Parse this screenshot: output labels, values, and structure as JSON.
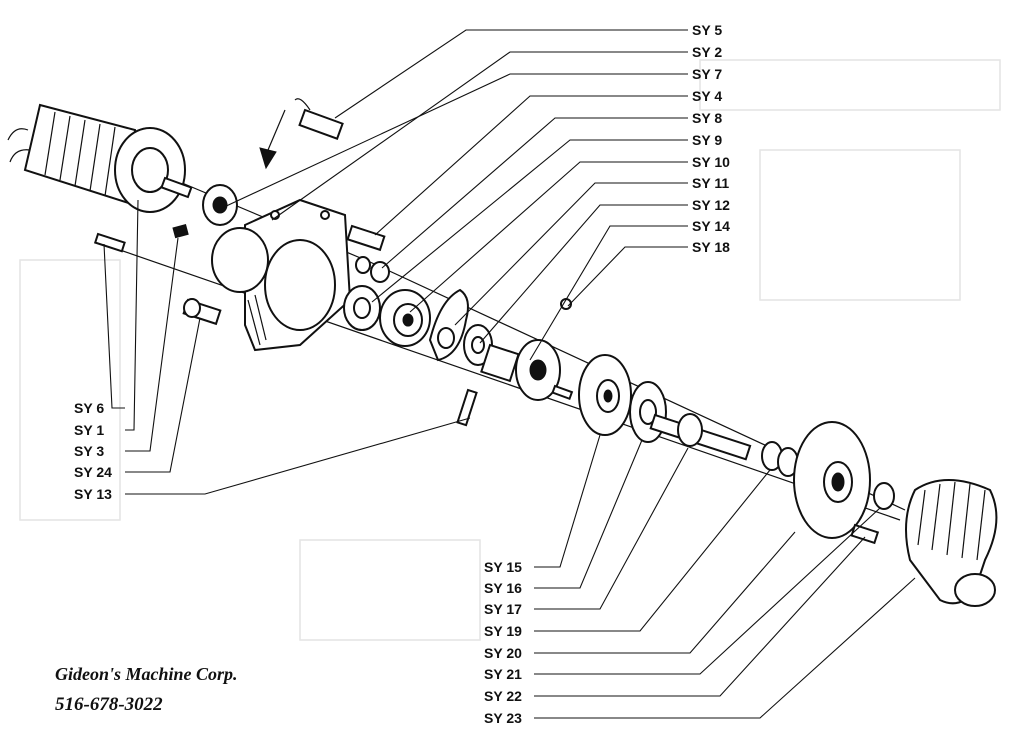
{
  "labels_right": [
    "SY 5",
    "SY 2",
    "SY 7",
    "SY 4",
    "SY 8",
    "SY 9",
    "SY 10",
    "SY 11",
    "SY 12",
    "SY 14",
    "SY 18"
  ],
  "labels_left": [
    "SY 6",
    "SY 1",
    "SY 3",
    "SY 24",
    "SY 13"
  ],
  "labels_bottom": [
    "SY 15",
    "SY 16",
    "SY 17",
    "SY 19",
    "SY 20",
    "SY 21",
    "SY 22",
    "SY 23"
  ],
  "company": {
    "name": "Gideon's Machine Corp.",
    "phone": "516-678-3022"
  }
}
